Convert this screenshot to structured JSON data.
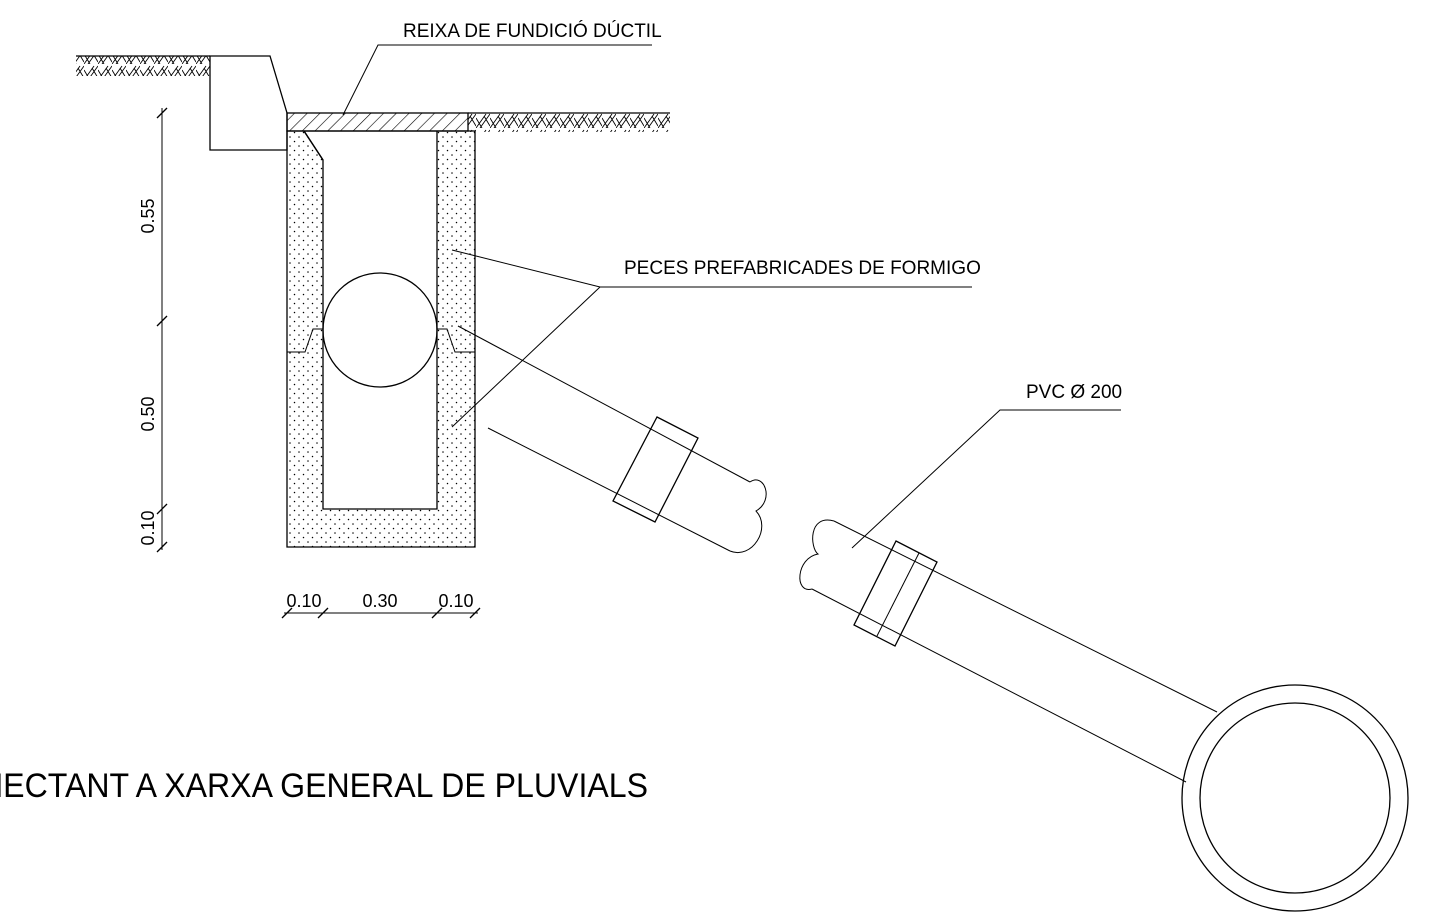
{
  "labels": {
    "grate": "REIXA DE FUNDICIÓ DÚCTIL",
    "precast": "PECES PREFABRICADES DE FORMIGO",
    "pipe": "PVC Ø 200"
  },
  "dimensions": {
    "vertical": [
      "0.55",
      "0.50",
      "0.10"
    ],
    "horizontal": [
      "0.10",
      "0.30",
      "0.10"
    ]
  },
  "title": "NECTANT A XARXA GENERAL DE PLUVIALS",
  "colors": {
    "line": "#000000",
    "background": "#ffffff"
  }
}
